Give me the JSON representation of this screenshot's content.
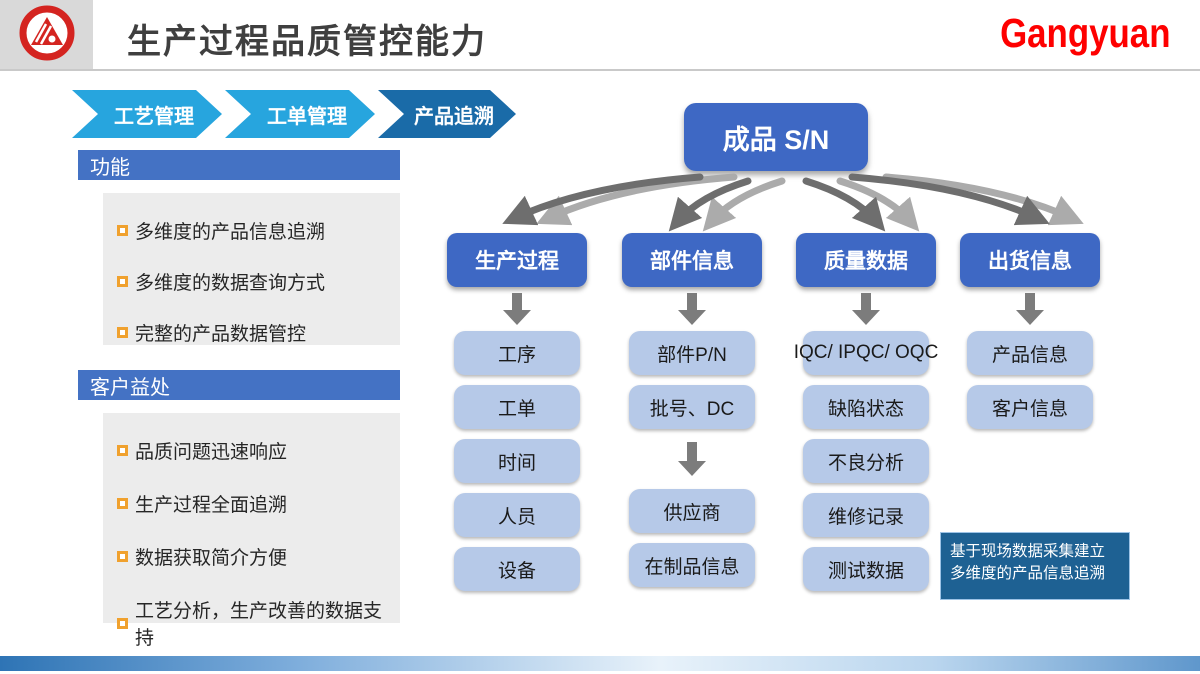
{
  "header": {
    "title": "生产过程品质管控能力",
    "brand": "Gangyuan",
    "brand_color": "#FE0000",
    "logo_icon": "gangyuan-red-circle-logo"
  },
  "breadcrumb": {
    "steps": [
      {
        "label": "工艺管理",
        "color": "#27A5DE",
        "active": false
      },
      {
        "label": "工单管理",
        "color": "#27A5DE",
        "active": false
      },
      {
        "label": "产品追溯",
        "color": "#1A6BA8",
        "active": true
      }
    ]
  },
  "panels": [
    {
      "title": "功能",
      "items": [
        "多维度的产品信息追溯",
        "多维度的数据查询方式",
        "完整的产品数据管控"
      ]
    },
    {
      "title": "客户益处",
      "items": [
        "品质问题迅速响应",
        "生产过程全面追溯",
        "数据获取简介方便",
        "工艺分析，生产改善的数据支持"
      ]
    }
  ],
  "diagram": {
    "root": "成品 S/N",
    "columns": [
      {
        "header": "生产过程",
        "items": [
          "工序",
          "工单",
          "时间",
          "人员",
          "设备"
        ]
      },
      {
        "header": "部件信息",
        "items": [
          "部件P/N",
          "批号、DC",
          "供应商",
          "在制品信息"
        ]
      },
      {
        "header": "质量数据",
        "items": [
          "IQC/ IPQC/ OQC",
          "缺陷状态",
          "不良分析",
          "维修记录",
          "测试数据"
        ]
      },
      {
        "header": "出货信息",
        "items": [
          "产品信息",
          "客户信息"
        ]
      }
    ],
    "note": "基于现场数据采集建立多维度的产品信息追溯"
  },
  "colors": {
    "accent_blue": "#3E68C4",
    "light_item_blue": "#B6C9E8",
    "section_bar_blue": "#4472C4",
    "note_blue": "#1E6193",
    "chevron_light": "#27A5DE",
    "chevron_dark": "#1A6BA8",
    "bullet_orange": "#F0A12E",
    "panel_gray": "#ECECEC",
    "arrow_gray": "#6E6E6E"
  }
}
